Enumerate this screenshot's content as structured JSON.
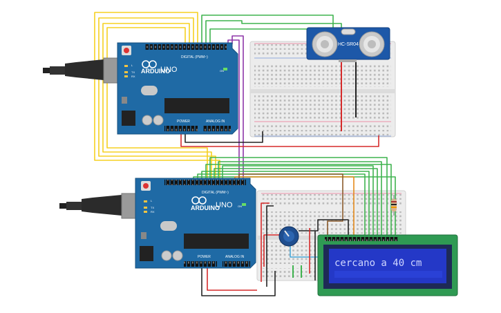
{
  "arduino_top": {
    "brand": "ARDUINO",
    "model": "UNO",
    "header_digital": "DIGITAL (PWM~)",
    "header_power": "POWER",
    "header_analog": "ANALOG IN",
    "led_tx": "TX",
    "led_rx": "RX",
    "led_l": "L",
    "led_on": "ON"
  },
  "arduino_bottom": {
    "brand": "ARDUINO",
    "model": "UNO",
    "header_digital": "DIGITAL (PWM~)",
    "header_power": "POWER",
    "header_analog": "ANALOG IN",
    "led_tx": "TX",
    "led_rx": "RX",
    "led_l": "L",
    "led_on": "ON"
  },
  "sensor": {
    "label": "HC-SR04"
  },
  "lcd": {
    "text": "cercano a 40 cm"
  },
  "colors": {
    "board": "#1f6aa5",
    "board_dark": "#17507e",
    "breadboard": "#ececec",
    "lcd_pcb": "#2f9a53",
    "lcd_screen": "#2438c7",
    "lcd_text": "#cfd6ff",
    "wire_yellow": "#f5d020",
    "wire_green": "#3fb34f",
    "wire_purple": "#8e35a8",
    "wire_red": "#d62a2a",
    "wire_black": "#222222",
    "wire_orange": "#e48a1c",
    "wire_blue": "#4aa8d8"
  }
}
